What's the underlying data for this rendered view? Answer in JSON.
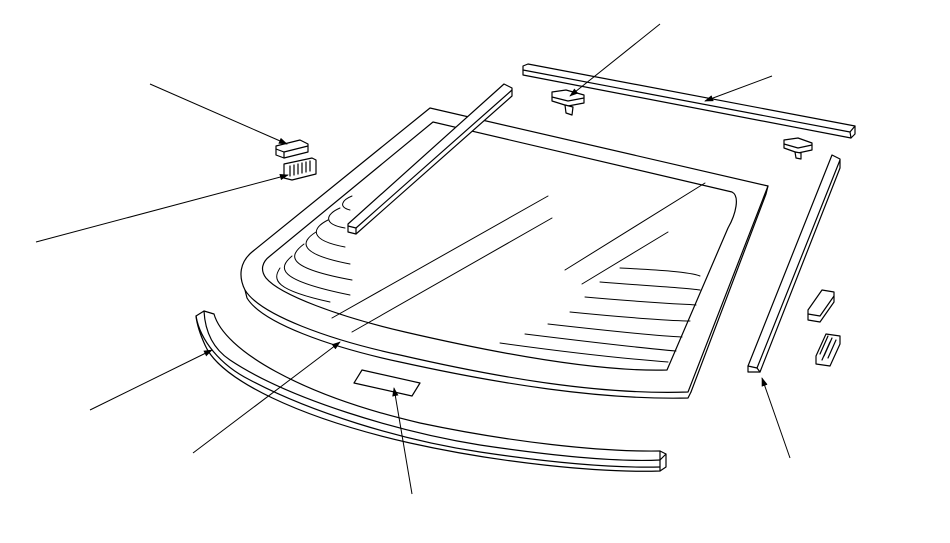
{
  "diagram": {
    "type": "exploded-parts-view",
    "parts": [
      {
        "id": "rear-glass",
        "icon": "glass-panel"
      },
      {
        "id": "upper-molding",
        "icon": "molding-strip"
      },
      {
        "id": "right-side-molding",
        "icon": "molding-strip"
      },
      {
        "id": "left-inner-strip",
        "icon": "molding-strip"
      },
      {
        "id": "lower-molding",
        "icon": "molding-strip"
      },
      {
        "id": "upper-clip-left",
        "icon": "clip"
      },
      {
        "id": "upper-clip-right",
        "icon": "clip"
      },
      {
        "id": "left-clip",
        "icon": "clip"
      },
      {
        "id": "left-fastener",
        "icon": "fastener"
      },
      {
        "id": "right-clip",
        "icon": "clip"
      },
      {
        "id": "right-fastener",
        "icon": "fastener"
      },
      {
        "id": "label-plate",
        "icon": "label"
      }
    ],
    "leaders": [
      {
        "id": "leader-left-clip",
        "target": "left-clip"
      },
      {
        "id": "leader-left-fastener",
        "target": "left-fastener"
      },
      {
        "id": "leader-upper-clip",
        "target": "upper-clip-left"
      },
      {
        "id": "leader-upper-molding",
        "target": "upper-molding"
      },
      {
        "id": "leader-lower-molding",
        "target": "lower-molding"
      },
      {
        "id": "leader-glass",
        "target": "rear-glass"
      },
      {
        "id": "leader-label",
        "target": "label-plate"
      },
      {
        "id": "leader-side-molding",
        "target": "right-side-molding"
      }
    ],
    "colors": {
      "line": "#000000",
      "fill": "#ffffff"
    }
  }
}
